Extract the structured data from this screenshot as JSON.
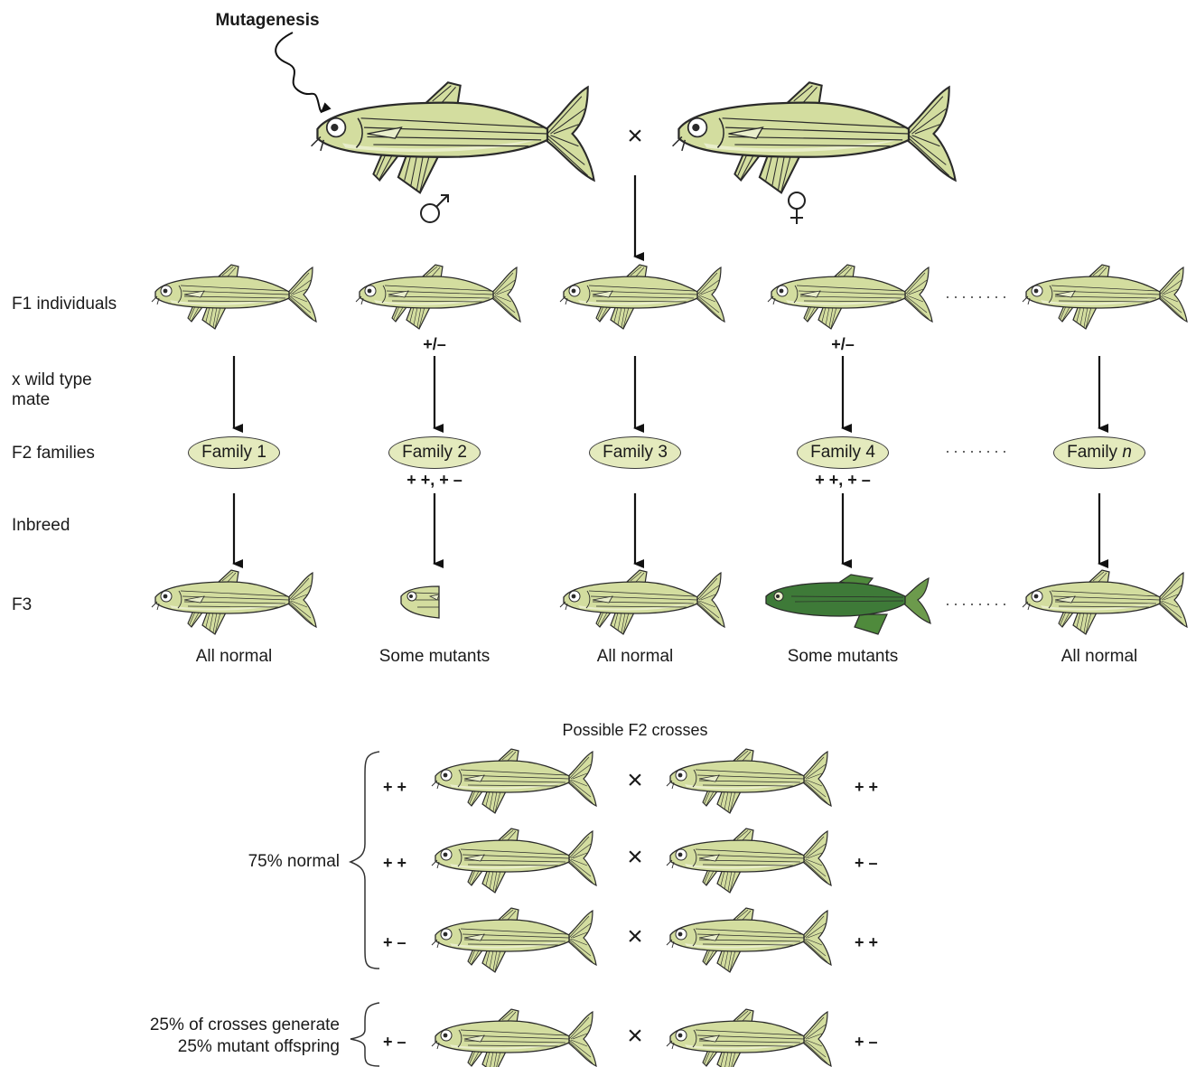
{
  "title": "Mutagenesis",
  "cross_symbol": "×",
  "male_symbol": "♂",
  "female_symbol": "♀",
  "rows": {
    "f1": "F1 individuals",
    "mate": "x wild type mate",
    "f2": "F2 families",
    "inbreed": "Inbreed",
    "f3": "F3"
  },
  "f1_genotypes": [
    "",
    "+/–",
    "",
    "+/–",
    ""
  ],
  "families": [
    {
      "name": "Family 1",
      "name_suffix": "",
      "genotype": "",
      "outcome": "All normal"
    },
    {
      "name": "Family 2",
      "name_suffix": "",
      "genotype": "+ +, + –",
      "outcome": "Some mutants"
    },
    {
      "name": "Family 3",
      "name_suffix": "",
      "genotype": "",
      "outcome": "All normal"
    },
    {
      "name": "Family 4",
      "name_suffix": "",
      "genotype": "+ +, + –",
      "outcome": "Some mutants"
    },
    {
      "name": "Family ",
      "name_suffix": "n",
      "genotype": "",
      "outcome": "All normal"
    }
  ],
  "possible_crosses": {
    "title": "Possible F2 crosses",
    "normal_label": "75% normal",
    "mutant_label_line1": "25% of crosses generate",
    "mutant_label_line2": "25% mutant offspring",
    "crosses": [
      {
        "left": "+ +",
        "right": "+ +"
      },
      {
        "left": "+ +",
        "right": "+ –"
      },
      {
        "left": "+ –",
        "right": "+ +"
      },
      {
        "left": "+ –",
        "right": "+ –"
      }
    ]
  },
  "colors": {
    "fish_body": "#d3dd9f",
    "fish_belly": "#e9eecb",
    "fish_outline": "#2a2a2a",
    "mutant_fish": "#4f8a3c",
    "family_fill": "#e4eabd"
  }
}
